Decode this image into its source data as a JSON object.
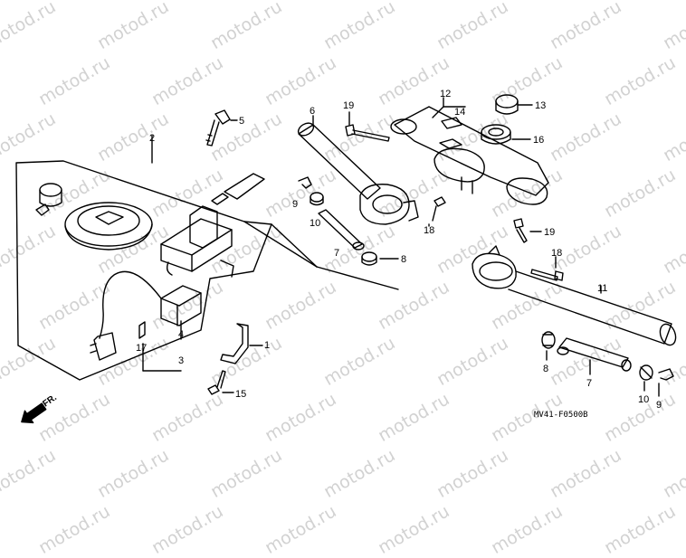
{
  "watermark": "motod.ru",
  "diagram_code": "MV41-F0500B",
  "direction_label": "FR.",
  "callouts": {
    "c1": "1",
    "c2": "2",
    "c3": "3",
    "c4": "4",
    "c5": "5",
    "c6": "6",
    "c7a": "7",
    "c7b": "7",
    "c8a": "8",
    "c8b": "8",
    "c9a": "9",
    "c9b": "9",
    "c10a": "10",
    "c10b": "10",
    "c11": "11",
    "c12": "12",
    "c13": "13",
    "c14": "14",
    "c15": "15",
    "c16": "16",
    "c17": "17",
    "c18a": "18",
    "c18b": "18",
    "c19a": "19",
    "c19b": "19"
  },
  "colors": {
    "line": "#000000",
    "watermark": "#d2d2d2",
    "background": "#ffffff"
  }
}
